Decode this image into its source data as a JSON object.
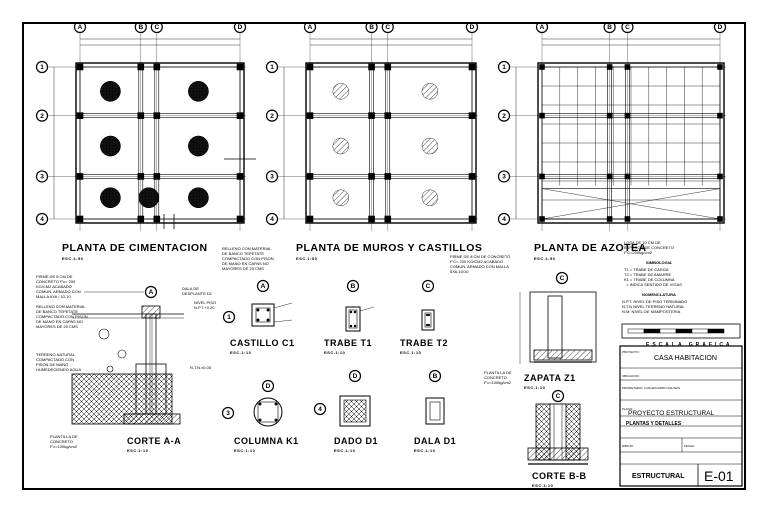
{
  "plans": {
    "cimentacion": {
      "title": "PLANTA DE CIMENTACION",
      "scale": "ESC.1:50"
    },
    "muros": {
      "title": "PLANTA DE MUROS Y CASTILLOS",
      "scale": "ESC.1:50"
    },
    "azotea": {
      "title": "PLANTA DE AZOTEA",
      "scale": "ESC.1:50"
    }
  },
  "axes": {
    "columns": [
      "A",
      "B",
      "C",
      "D"
    ],
    "rows": [
      "1",
      "2",
      "3",
      "4"
    ]
  },
  "details": {
    "castillo": {
      "title": "CASTILLO C1",
      "scale": "ESC.1:10"
    },
    "trabe1": {
      "title": "TRABE T1",
      "scale": "ESC.1:10"
    },
    "trabe2": {
      "title": "TRABE T2",
      "scale": "ESC.1:10"
    },
    "columna": {
      "title": "COLUMNA K1",
      "scale": "ESC.1:10"
    },
    "dado": {
      "title": "DADO D1",
      "scale": "ESC.1:10"
    },
    "dala": {
      "title": "DALA D1",
      "scale": "ESC.1:10"
    },
    "corte_aa": {
      "title": "CORTE A-A",
      "scale": "ESC.1:10"
    },
    "zapata": {
      "title": "ZAPATA Z1",
      "scale": "ESC.1:10"
    },
    "corte_bb": {
      "title": "CORTE B-B",
      "scale": "ESC.1:10"
    }
  },
  "notes": {
    "cim_relleno": "RELLENO CON MATERIAL\nDE BANCO TEPETATE\nCOMPACTADO CON PISON\nDE MANO EN CAPAS NO\nMAYORES DE 20 CMS",
    "muros_firme": "FIRME DE 8 CM DE CONCRETO\nF'C= 200 KG/CM2 ACABADO\nCOMUN, ARMADO CON MALLA\n6X6-10/10",
    "azotea_losa": "LOSA DE 10 CM DE\nESPESOR DE CONCRETO\nF'C=200kg/cm2",
    "simbologia_title": "SIMBOLOGIA",
    "simbologia": "T1 = TRABE DE CARGA\nT2 = TRABE DE AMARRE\nK1 = TRABE DE COLUMNA\n  = INDICA SENTIDO DE VIGAS",
    "nomenclatura_title": "NOMENCLATURA",
    "nomenclatura": "N.P.T. NIVEL DE PISO TERMINADO\nN.T.N NIVEL TERRENO NATURAL\nN.M. NIVEL DE MAMPOSTERIA",
    "corte_firme": "FIRME DE 8 CM DE\nCONCRETO F'c= 200\nKG/CM2 ACABADO\nCOMUN, ARMADO CON\nMALLA 6X6 / 10-10",
    "corte_relleno": "RELLENO CON MATERIAL\nDE BANCO TEPETATE\nCOMPACTADO CON PISON\nDE MANO EN CAPAS NO\nMAYORES DE 20 CMS",
    "corte_terreno": "TERRENO NATURAL\nCOMPACTADO CON\nPISON DE MANO\nHUMEDECIENDO AGUA",
    "corte_plantilla": "PLANTILLA DE\nCONCRETO\nF'c=100kg/cm2",
    "dala_de_desplante": "DALA DE\nDESPLANTE D1",
    "nivel_piso": "NIVEL PISO\nN.P.T.+0.20",
    "ntn": "N.T.N.±0.00",
    "zapata_plantilla": "PLANTILLA DE\nCONCRETO\nF'c=100kg/cm2"
  },
  "escala_grafica": "ESCALA GRAFICA",
  "title_block": {
    "project_caption": "PROYECTO:",
    "project": "CASA HABITACION",
    "location_caption": "UBICACION:",
    "owner_caption": "PROPIETARIO:",
    "owner": "LUIS EDUARDO SALINAS",
    "plan_caption": "PLANO:",
    "plan": "PROYECTO ESTRUCTURAL",
    "content": "PLANTAS Y DETALLES",
    "drawn_caption": "DIBUJO:",
    "date_caption": "FECHA:",
    "type": "ESTRUCTURAL",
    "sheet": "E-01"
  }
}
